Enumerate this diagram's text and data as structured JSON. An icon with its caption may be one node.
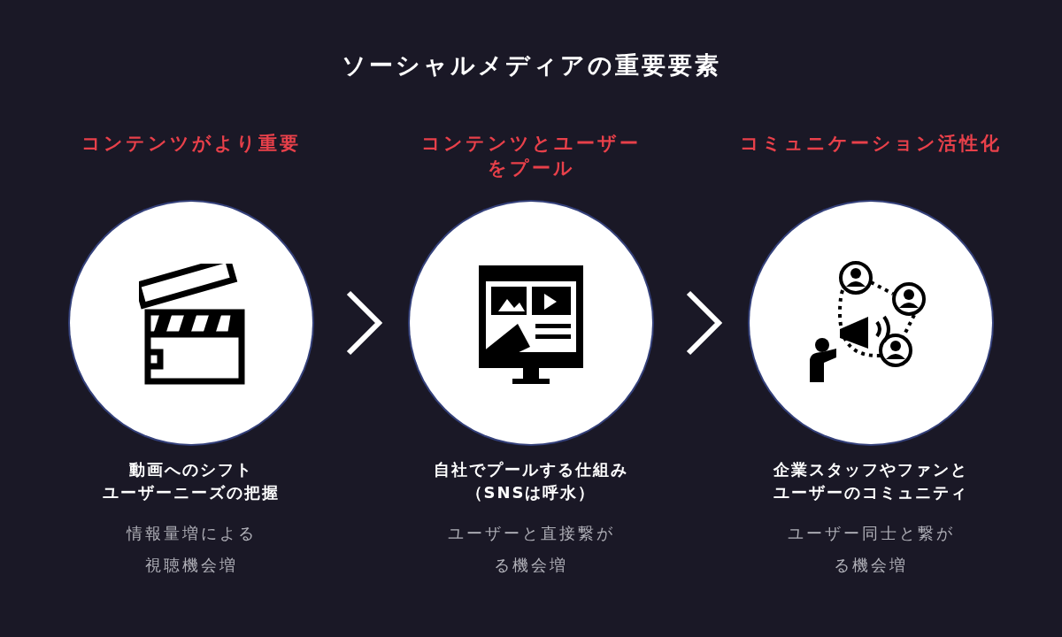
{
  "diagram": {
    "title": "ソーシャルメディアの重要要素",
    "nodes": [
      {
        "text": [
          "コンテンツがより重要"
        ],
        "beside": [
          "動画へのシフトユーザーニーズの把握",
          "情報量増による視聴機会増"
        ]
      },
      {
        "text": [
          "コンテンツとユーザーをプール"
        ],
        "beside": [
          "自社でプールする仕組み（SNSは呼水）",
          "ユーザーと直接繋がる機会増"
        ]
      },
      {
        "text": [
          "コミュニケーション活性化"
        ],
        "beside": [
          "企業スタッフやファンとユーザーのコミュニティ",
          "ユーザー同士と繋がる機会増"
        ]
      }
    ],
    "edges": [
      {
        "from": 0,
        "to": 1,
        "arrow": "to"
      },
      {
        "from": 1,
        "to": 2,
        "arrow": "to"
      }
    ]
  }
}
